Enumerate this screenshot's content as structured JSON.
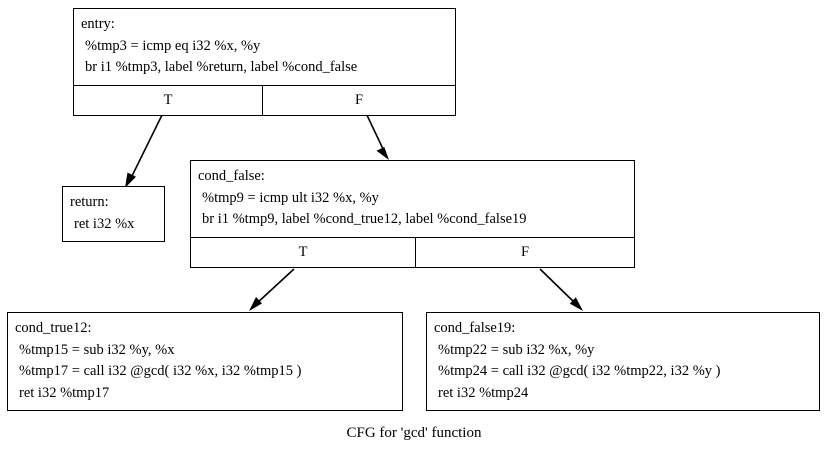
{
  "graph": {
    "caption": "CFG for 'gcd' function",
    "background_color": "#ffffff",
    "line_color": "#000000",
    "text_color": "#000000"
  },
  "nodes": {
    "entry": {
      "label": "entry:",
      "instructions": [
        "%tmp3 = icmp eq i32 %x, %y",
        "br i1 %tmp3, label %return, label %cond_false"
      ],
      "ports": {
        "true_label": "T",
        "false_label": "F"
      }
    },
    "return": {
      "label": "return:",
      "instructions": [
        "ret i32 %x"
      ]
    },
    "cond_false": {
      "label": "cond_false:",
      "instructions": [
        "%tmp9 = icmp ult i32 %x, %y",
        "br i1 %tmp9, label %cond_true12, label %cond_false19"
      ],
      "ports": {
        "true_label": "T",
        "false_label": "F"
      }
    },
    "cond_true12": {
      "label": "cond_true12:",
      "instructions": [
        "%tmp15 = sub i32 %y, %x",
        "%tmp17 = call i32 @gcd( i32 %x, i32 %tmp15 )",
        "ret i32 %tmp17"
      ]
    },
    "cond_false19": {
      "label": "cond_false19:",
      "instructions": [
        "%tmp22 = sub i32 %x, %y",
        "%tmp24 = call i32 @gcd( i32 %tmp22, i32 %y )",
        "ret i32 %tmp24"
      ]
    }
  },
  "edges": [
    {
      "from": "entry",
      "port": "T",
      "to": "return"
    },
    {
      "from": "entry",
      "port": "F",
      "to": "cond_false"
    },
    {
      "from": "cond_false",
      "port": "T",
      "to": "cond_true12"
    },
    {
      "from": "cond_false",
      "port": "F",
      "to": "cond_false19"
    }
  ]
}
